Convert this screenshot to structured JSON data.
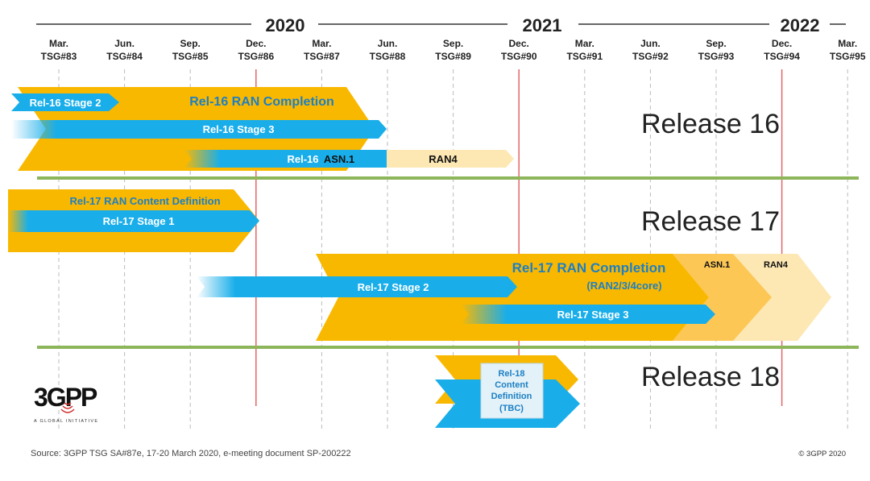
{
  "years": [
    "2020",
    "2021",
    "2022"
  ],
  "meetings": [
    {
      "month": "Mar.",
      "tsg": "TSG#83"
    },
    {
      "month": "Jun.",
      "tsg": "TSG#84"
    },
    {
      "month": "Sep.",
      "tsg": "TSG#85"
    },
    {
      "month": "Dec.",
      "tsg": "TSG#86"
    },
    {
      "month": "Mar.",
      "tsg": "TSG#87"
    },
    {
      "month": "Jun.",
      "tsg": "TSG#88"
    },
    {
      "month": "Sep.",
      "tsg": "TSG#89"
    },
    {
      "month": "Dec.",
      "tsg": "TSG#90"
    },
    {
      "month": "Mar.",
      "tsg": "TSG#91"
    },
    {
      "month": "Jun.",
      "tsg": "TSG#92"
    },
    {
      "month": "Sep.",
      "tsg": "TSG#93"
    },
    {
      "month": "Dec.",
      "tsg": "TSG#94"
    },
    {
      "month": "Mar.",
      "tsg": "TSG#95"
    }
  ],
  "releases": {
    "r16": "Release 16",
    "r17": "Release 17",
    "r18": "Release 18"
  },
  "bars": {
    "rel16_ran_completion": "Rel-16 RAN Completion",
    "rel16_stage2": "Rel-16 Stage 2",
    "rel16_stage3": "Rel-16 Stage 3",
    "rel16_asn1_prefix": "Rel-16",
    "rel16_asn1": "ASN.1",
    "rel16_ran4": "RAN4",
    "rel17_content_def": "Rel-17 RAN Content Definition",
    "rel17_stage1": "Rel-17 Stage 1",
    "rel17_ran_completion": "Rel-17 RAN Completion",
    "rel17_ran_completion_sub": "(RAN2/3/4core)",
    "rel17_stage2": "Rel-17 Stage 2",
    "rel17_stage3": "Rel-17 Stage 3",
    "rel17_asn1": "ASN.1",
    "rel17_ran4": "RAN4",
    "rel18_content_line1": "Rel-18",
    "rel18_content_line2": "Content",
    "rel18_content_line3": "Definition",
    "rel18_content_line4": "(TBC)"
  },
  "logo": {
    "text": "3GPP",
    "tagline": "A GLOBAL INITIATIVE"
  },
  "footer": {
    "source": "Source: 3GPP TSG SA#87e, 17-20 March 2020, e-meeting document SP-200222",
    "copyright": "© 3GPP 2020"
  },
  "colors": {
    "gold": "#F9B800",
    "cyan": "#19AEEA",
    "asn1_orange": "#FCC755",
    "ran4_cream": "#FDE8B4",
    "separator_green": "#8DB55A",
    "dec_red": "#E06666",
    "text_blue": "#1D7FC4",
    "dark_text": "#222222"
  }
}
